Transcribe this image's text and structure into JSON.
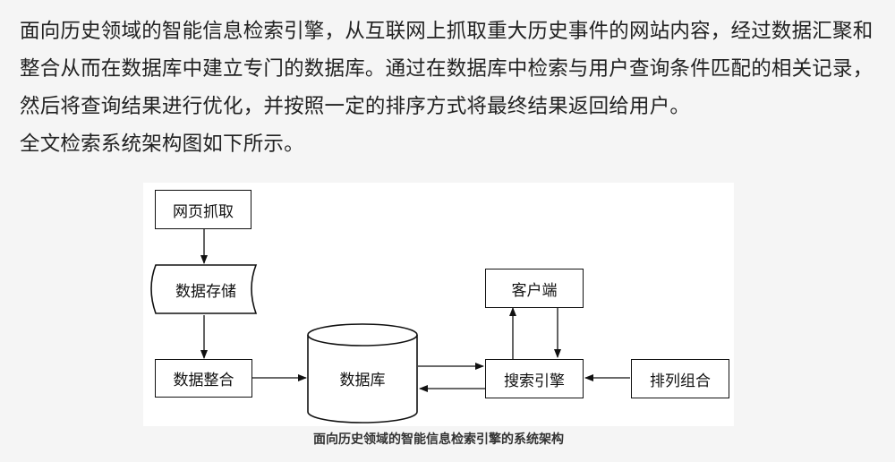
{
  "intro": {
    "paragraph": "面向历史领域的智能信息检索引擎，从互联网上抓取重大历史事件的网站内容，经过数据汇聚和整合从而在数据库中建立专门的数据库。通过在数据库中检索与用户查询条件匹配的相关记录，然后将查询结果进行优化，并按照一定的排序方式将最终结果返回给用户。",
    "figure_intro": "全文检索系统架构图如下所示。"
  },
  "diagram": {
    "nodes": {
      "crawl": "网页抓取",
      "storage": "数据存储",
      "integrate": "数据整合",
      "database": "数据库",
      "client": "客户端",
      "search_engine": "搜索引擎",
      "ranking": "排列组合"
    },
    "caption": "面向历史领域的智能信息检索引擎的系统架构"
  }
}
